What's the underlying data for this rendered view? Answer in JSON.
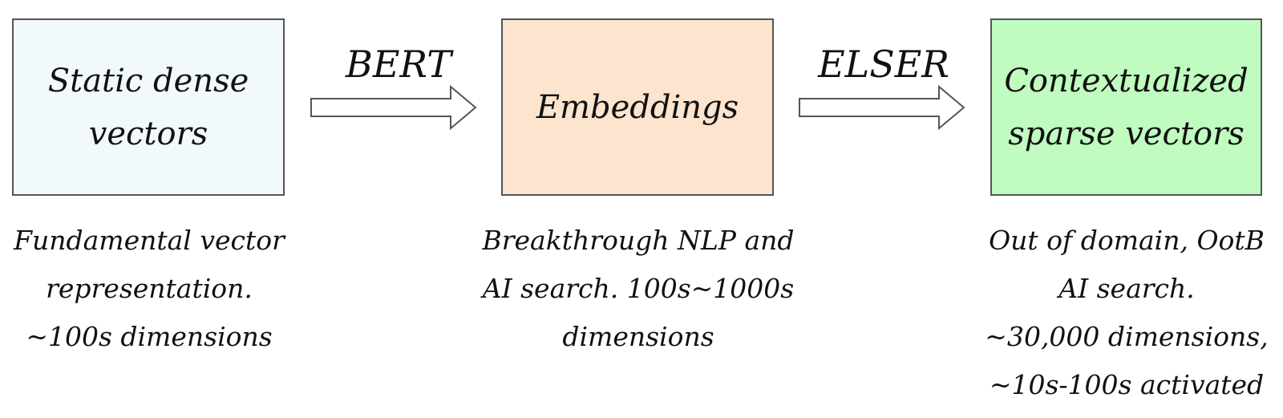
{
  "nodes": [
    {
      "label": "Static dense\nvectors",
      "fill": "#f1f9fd",
      "caption": "Fundamental vector\nrepresentation.\n~100s dimensions"
    },
    {
      "label": "Embeddings",
      "fill": "#fce4cf",
      "caption": "Breakthrough NLP and\nAI search. 100s~1000s\ndimensions"
    },
    {
      "label": "Contextualized\nsparse vectors",
      "fill": "#c0fbc0",
      "caption": "Out of domain, OotB\nAI search.\n~30,000 dimensions,\n~10s-100s activated"
    }
  ],
  "edges": [
    {
      "label": "BERT"
    },
    {
      "label": "ELSER"
    }
  ],
  "colors": {
    "stroke": "#555555",
    "text": "#111111",
    "arrow_fill": "#ffffff"
  }
}
